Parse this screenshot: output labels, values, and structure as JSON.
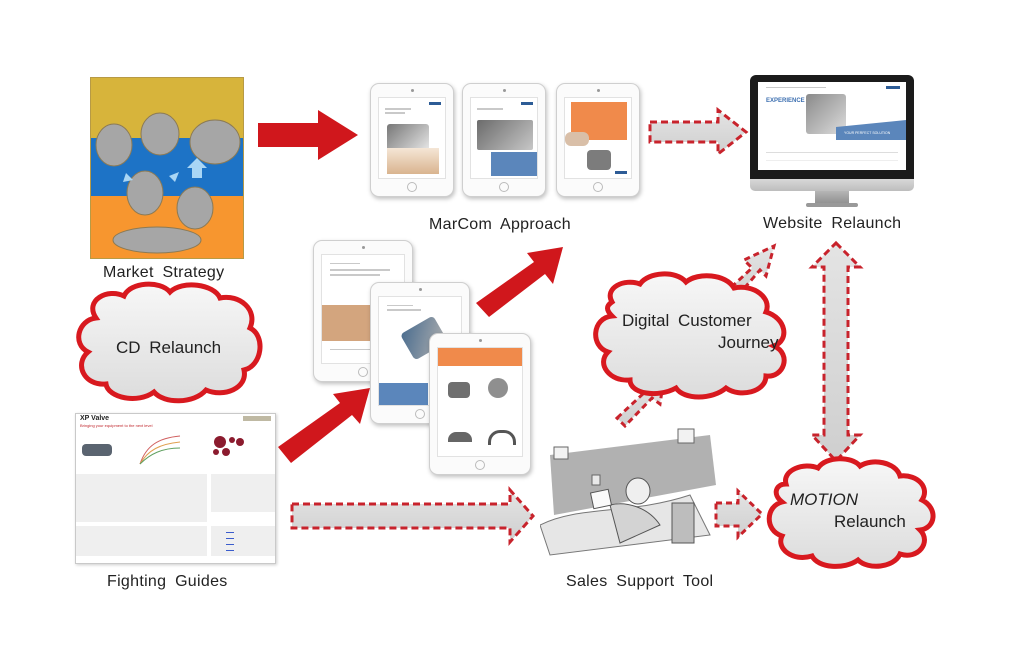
{
  "diagram": {
    "nodes": {
      "market_strategy": {
        "label": "Market Strategy"
      },
      "marcom_approach": {
        "label": "MarCom Approach"
      },
      "website_relaunch": {
        "label": "Website Relaunch"
      },
      "cd_relaunch": {
        "label": "CD Relaunch"
      },
      "digital_customer_journey": {
        "line1": "Digital Customer",
        "line2": "Journey"
      },
      "motion_relaunch": {
        "line1": "MOTION",
        "line2": "Relaunch"
      },
      "fighting_guides": {
        "label": "Fighting Guides"
      },
      "sales_support_tool": {
        "label": "Sales Support Tool"
      }
    },
    "fighting_guide_doc": {
      "title": "XP Valve",
      "subtitle": "Bringing your equipment to the next level"
    },
    "website_mock": {
      "hero_text": "EXPERIENCE",
      "cta_text": "YOUR PERFECT SOLUTION"
    },
    "edges": [
      {
        "from": "market_strategy",
        "to": "marcom_approach",
        "style": "solid"
      },
      {
        "from": "marcom_approach",
        "to": "website_relaunch",
        "style": "dashed"
      },
      {
        "from": "fighting_guides",
        "to": "cd_tablets",
        "style": "solid"
      },
      {
        "from": "cd_tablets",
        "to": "marcom_approach",
        "style": "solid"
      },
      {
        "from": "fighting_guides",
        "to": "sales_support_tool",
        "style": "dashed"
      },
      {
        "from": "sales_support_tool",
        "to": "digital_customer_journey",
        "style": "dashed"
      },
      {
        "from": "digital_customer_journey",
        "to": "website_relaunch",
        "style": "dashed"
      },
      {
        "from": "sales_support_tool",
        "to": "motion_relaunch",
        "style": "dashed"
      },
      {
        "from": "website_relaunch",
        "to": "motion_relaunch",
        "style": "dashed-bidirectional"
      }
    ],
    "colors": {
      "solid_arrow": "#d0171c",
      "dashed_stroke": "#c8232c",
      "dashed_fill": "#d9d9d9",
      "cloud_stroke": "#d8191f",
      "cloud_fill": "#ececec",
      "strategy_top": "#d7b43b",
      "strategy_mid": "#1d73c6",
      "strategy_bottom": "#f7962f",
      "strategy_circle": "#a6a6a6"
    }
  }
}
